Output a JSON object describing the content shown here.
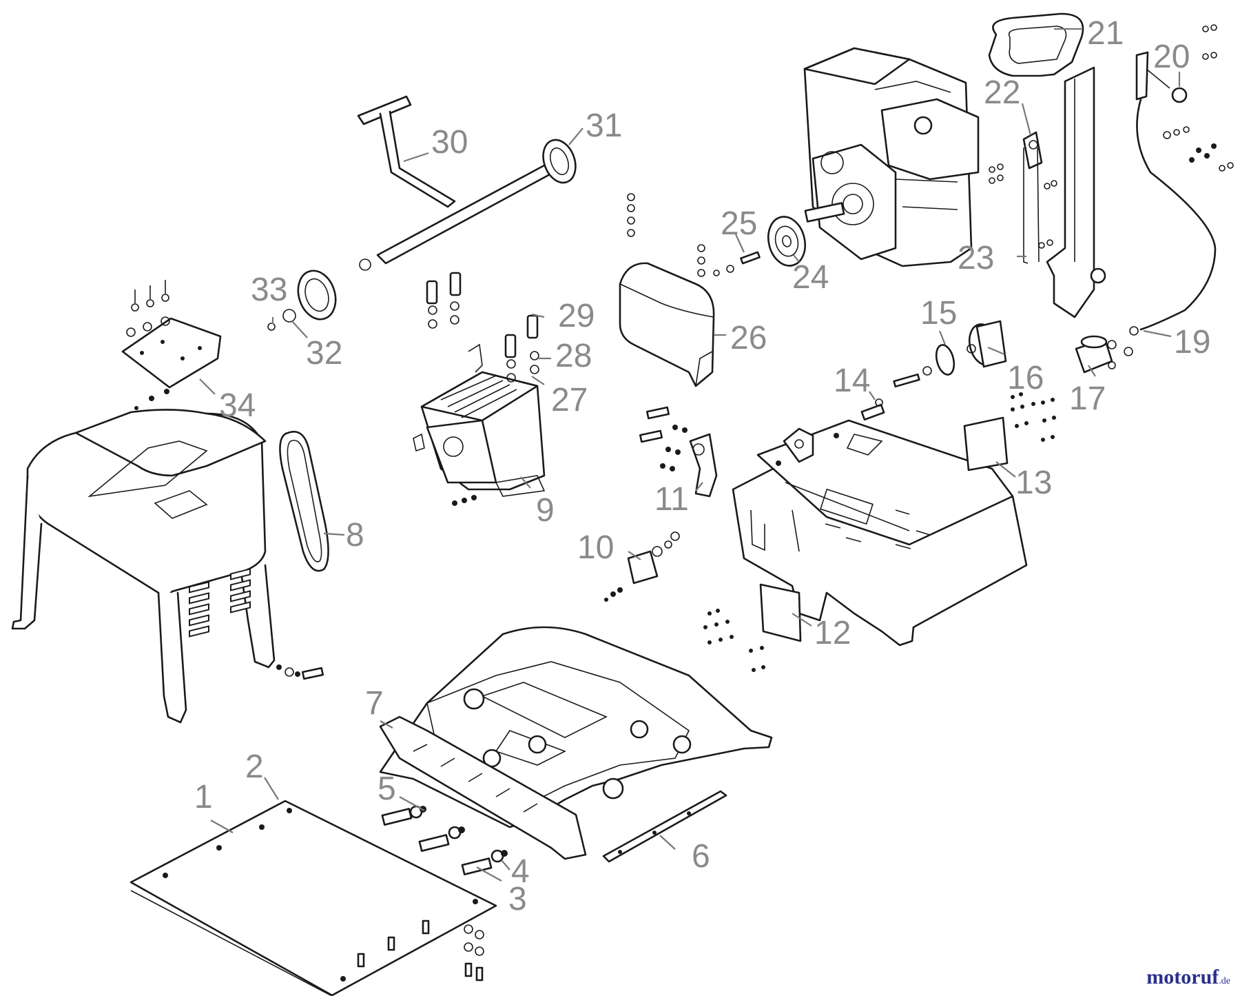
{
  "diagram": {
    "callouts": [
      "1",
      "2",
      "3",
      "4",
      "5",
      "6",
      "7",
      "8",
      "9",
      "10",
      "11",
      "12",
      "13",
      "14",
      "15",
      "16",
      "17",
      "19",
      "20",
      "21",
      "22",
      "23",
      "24",
      "25",
      "26",
      "27",
      "28",
      "29",
      "30",
      "31",
      "32",
      "33",
      "34"
    ]
  },
  "watermark": {
    "brand": "motoruf",
    "suffix": ".de",
    "color": "#2a2f8c"
  },
  "colors": {
    "line": "#1a1a1a",
    "callout_text": "#8a8a8a",
    "background": "#ffffff"
  }
}
